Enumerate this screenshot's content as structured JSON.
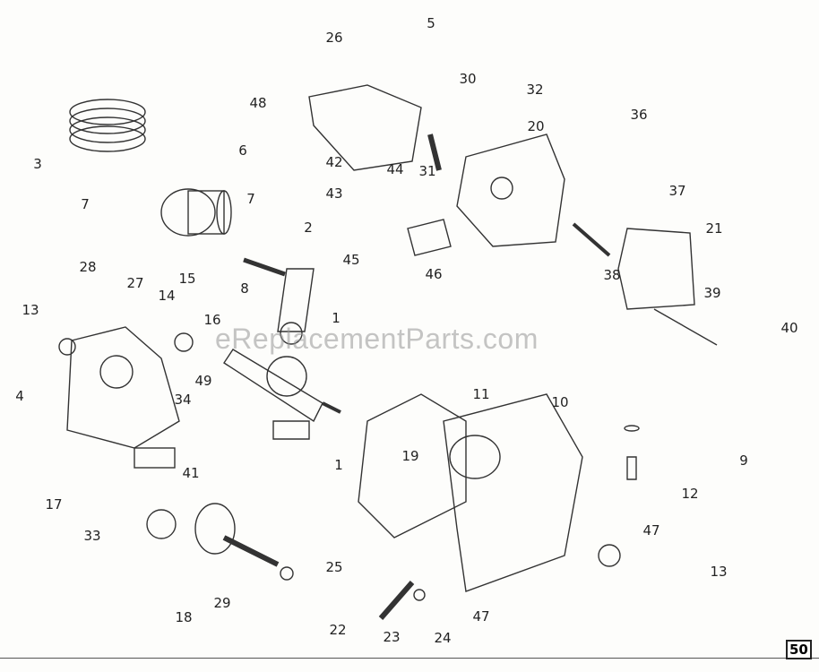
{
  "watermark": "eReplacementParts.com",
  "page_number": "50",
  "callouts": [
    "26",
    "5",
    "30",
    "32",
    "48",
    "20",
    "36",
    "3",
    "6",
    "42",
    "44",
    "31",
    "37",
    "7",
    "7",
    "43",
    "2",
    "21",
    "45",
    "46",
    "38",
    "28",
    "27",
    "14",
    "15",
    "8",
    "39",
    "13",
    "16",
    "1",
    "40",
    "49",
    "34",
    "4",
    "10",
    "11",
    "9",
    "19",
    "41",
    "1",
    "12",
    "17",
    "33",
    "47",
    "13",
    "25",
    "29",
    "18",
    "22",
    "23",
    "24",
    "47"
  ]
}
